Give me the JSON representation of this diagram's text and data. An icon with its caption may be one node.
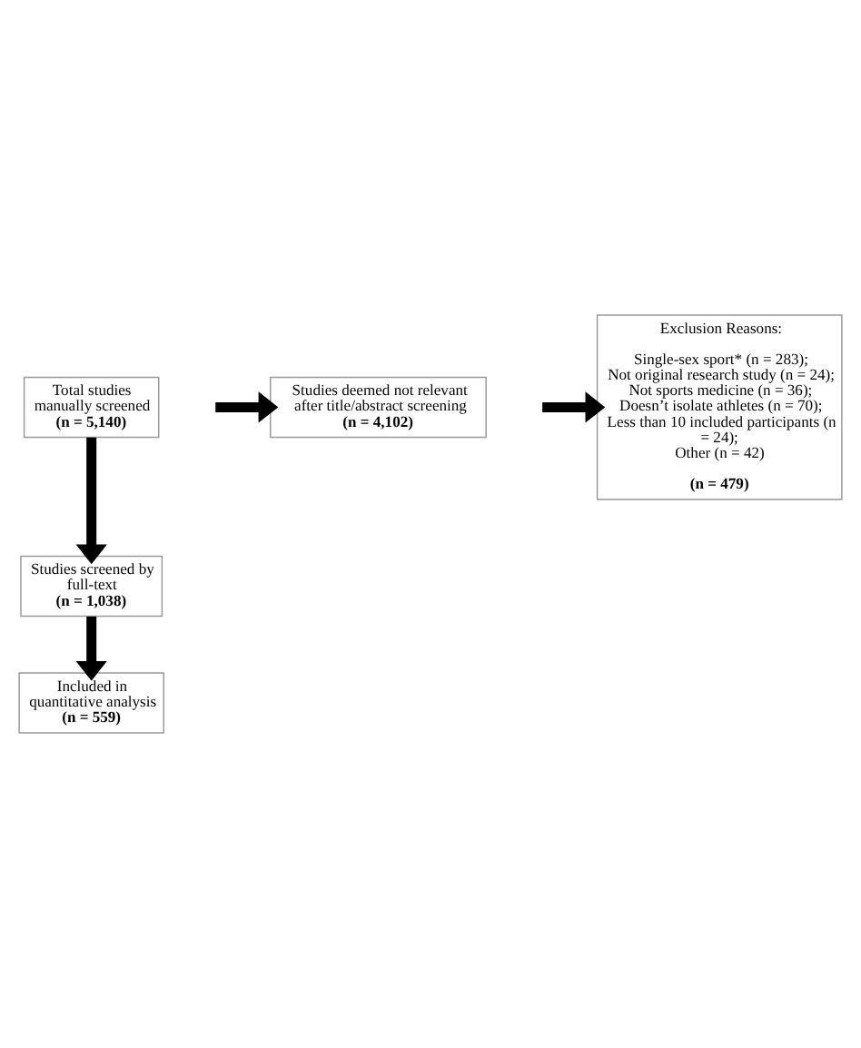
{
  "diagram": {
    "nodes": [
      {
        "text": [
          "Total studies manually screened",
          "(n = 5,140)"
        ]
      },
      {
        "text": [
          "Studies deemed not relevant after title/abstract screening",
          "(n = 4,102)"
        ]
      },
      {
        "text": [
          "Studies screened by full-text",
          "(n = 1,038)"
        ]
      },
      {
        "text": [
          "Exclusion Reasons:",
          "Single-sex sport* (n = 283);",
          "Not original research study (n = 24);",
          "Not sports medicine (n = 36);",
          "Doesn’t isolate athletes (n = 70);",
          "Less than 10 included participants (n = 24);",
          "Other (n = 42)",
          "(n = 479)"
        ]
      },
      {
        "text": [
          "Included in quantitative analysis",
          "(n = 559)"
        ]
      }
    ],
    "edges": [
      {
        "from": 0,
        "to": 2,
        "arrow": "to"
      },
      {
        "from": null,
        "to": 1,
        "arrow": "to"
      },
      {
        "from": 2,
        "to": 4,
        "arrow": "to"
      },
      {
        "from": null,
        "to": 3,
        "arrow": "to"
      }
    ]
  }
}
